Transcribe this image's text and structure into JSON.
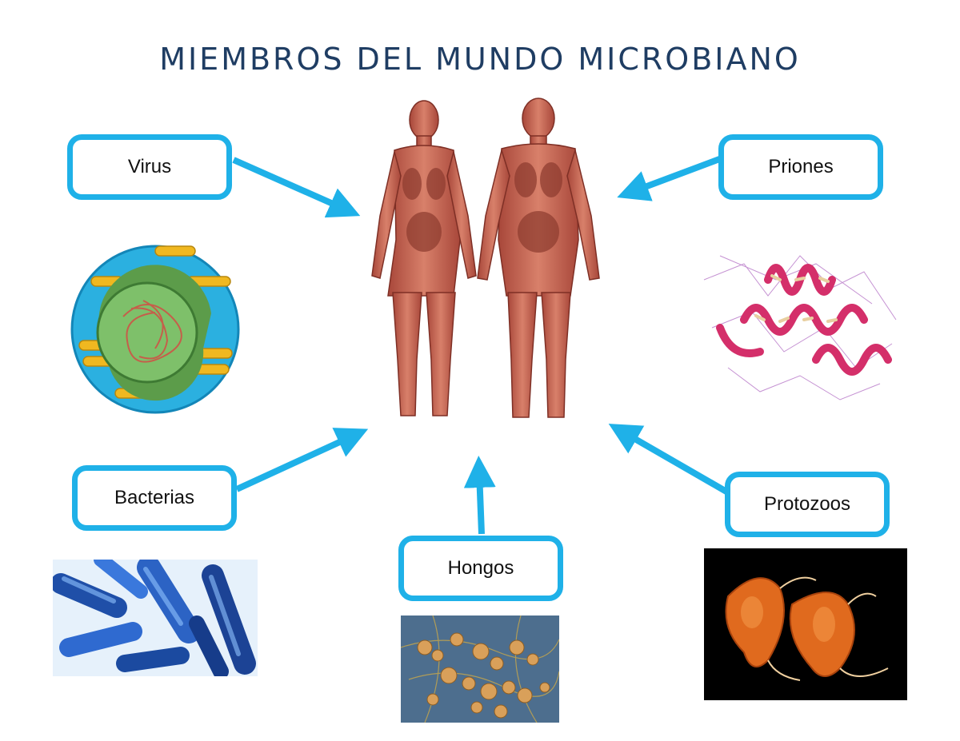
{
  "title": "MIEMBROS DEL MUNDO MICROBIANO",
  "colors": {
    "accent": "#1fb1e8",
    "title": "#1f3d63"
  },
  "nodes": [
    {
      "id": "virus",
      "label": "Virus",
      "icon": "virus-particle-illustration"
    },
    {
      "id": "priones",
      "label": "Priones",
      "icon": "prion-protein-ribbon"
    },
    {
      "id": "bacterias",
      "label": "Bacterias",
      "icon": "rod-bacteria-illustration"
    },
    {
      "id": "hongos",
      "label": "Hongos",
      "icon": "yeast-fungi-micrograph"
    },
    {
      "id": "protozoos",
      "label": "Protozoos",
      "icon": "protozoa-micrograph"
    }
  ],
  "center": {
    "icon": "human-anatomy-figures"
  }
}
